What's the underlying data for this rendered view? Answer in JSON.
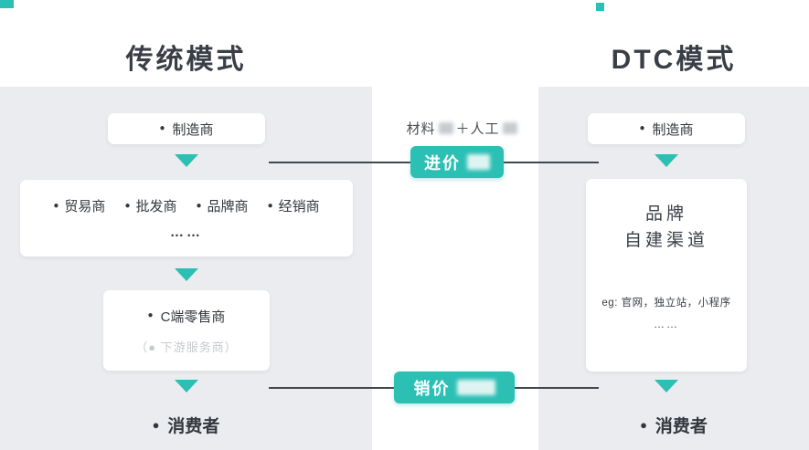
{
  "colors": {
    "teal": "#2cbfb4",
    "panel": "#eaecef",
    "line": "#42474e",
    "dark": "#33383e",
    "gray": "#c6cacd"
  },
  "ui": {
    "bullet": "●",
    "ellipsis": "……"
  },
  "headers": {
    "left": "传统模式",
    "right": "DTC模式"
  },
  "left_flow": {
    "manufacturer": "制造商",
    "middlemen": [
      {
        "label": "贸易商"
      },
      {
        "label": "批发商"
      },
      {
        "label": "品牌商"
      },
      {
        "label": "经销商"
      }
    ],
    "retailer": "C端零售商",
    "downstream": "（● 下游服务商）",
    "consumer": "消费者"
  },
  "right_flow": {
    "manufacturer": "制造商",
    "brand_line1": "品牌",
    "brand_line2": "自建渠道",
    "example": "eg: 官网，独立站，小程序",
    "consumer": "消费者"
  },
  "middle": {
    "cost_material": "材料",
    "cost_plus": "＋人工",
    "badge_purchase": "进价",
    "badge_sale": "销价"
  }
}
